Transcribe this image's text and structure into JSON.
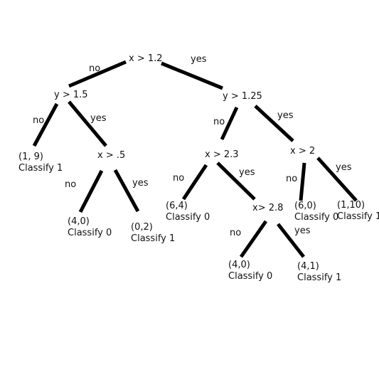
{
  "colors": {
    "background": "#ffffff",
    "edge": "#000000",
    "text": "#111111"
  },
  "nodes": {
    "root": "x > 1.2",
    "left": "y > 1.5",
    "right": "y > 1.25",
    "left_right": "x > .5",
    "right_left": "x > 2.3",
    "right_right": "x > 2",
    "right_left_right": "x> 2.8"
  },
  "leaves": {
    "l1": {
      "point": "(1, 9)",
      "label": "Classify 1"
    },
    "l2": {
      "point": "(4,0)",
      "label": "Classify 0"
    },
    "l3": {
      "point": "(0,2)",
      "label": "Classify 1"
    },
    "l4": {
      "point": "(6,4)",
      "label": "Classify 0"
    },
    "l5": {
      "point": "(4,0)",
      "label": "Classify 0"
    },
    "l6": {
      "point": "(4,1)",
      "label": "Classify 1"
    },
    "l7": {
      "point": "(6,0)",
      "label": "Classify 0"
    },
    "l8": {
      "point": "(1,10)",
      "label": "Classify 1"
    }
  },
  "edge_labels": {
    "no": "no",
    "yes": "yes"
  }
}
